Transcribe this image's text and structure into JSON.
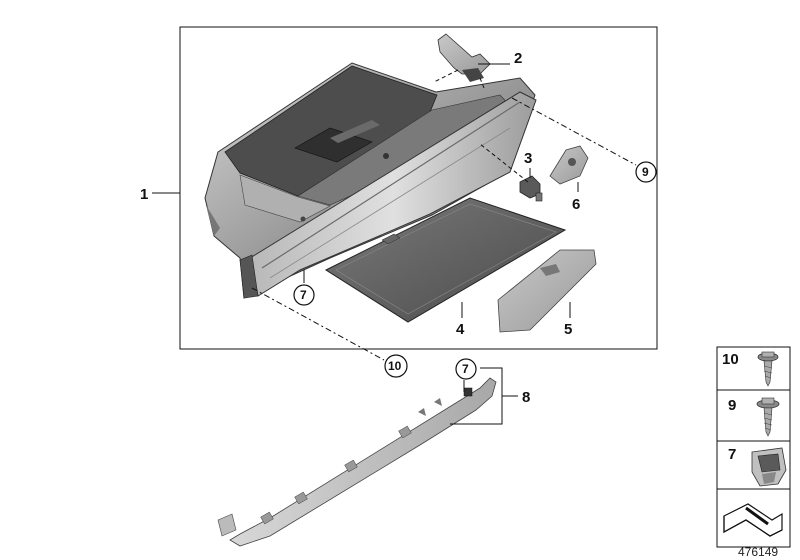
{
  "callouts": {
    "c1": "1",
    "c2": "2",
    "c3": "3",
    "c4": "4",
    "c5": "5",
    "c6": "6",
    "c7_main": "7",
    "c7_strip": "7",
    "c8": "8",
    "c9": "9",
    "c10": "10"
  },
  "sidebar": {
    "items": [
      {
        "label": "10",
        "icon": "screw-with-washer-icon"
      },
      {
        "label": "9",
        "icon": "screw-with-washer-icon"
      },
      {
        "label": "7",
        "icon": "clip-nut-icon"
      },
      {
        "label": "",
        "icon": "kit-assortment-icon"
      }
    ]
  },
  "doc_id": "476149",
  "colors": {
    "line": "#111111",
    "part_dark": "#5a5a5a",
    "part_mid": "#8c8c8c",
    "part_light": "#c4c4c4"
  }
}
